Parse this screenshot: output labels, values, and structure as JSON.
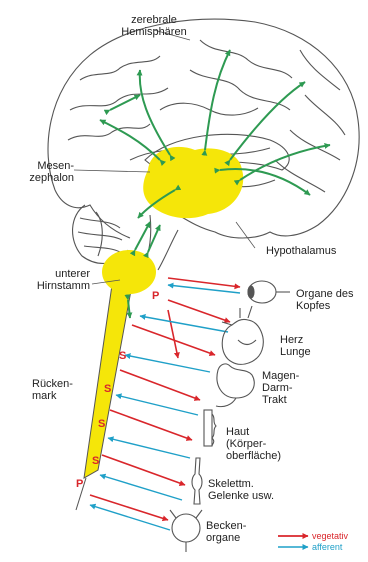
{
  "labels": {
    "hemispheres": [
      "zerebrale",
      "Hemisphären"
    ],
    "mesencephalon": [
      "Mesen-",
      "zephalon"
    ],
    "hypothalamus": [
      "Hypothalamus"
    ],
    "brainstem": [
      "unterer",
      "Hirnstamm"
    ],
    "spinal_cord": [
      "Rücken-",
      "mark"
    ],
    "head_organs": [
      "Organe des",
      "Kopfes"
    ],
    "heart_lung": [
      "Herz",
      "Lunge"
    ],
    "gi_tract": [
      "Magen-",
      "Darm-",
      "Trakt"
    ],
    "skin": [
      "Haut",
      "(Körper-",
      "oberfläche)"
    ],
    "musculoskeletal": [
      "Skelettm.",
      "Gelenke usw."
    ],
    "pelvic_organs": [
      "Becken-",
      "organe"
    ]
  },
  "segment_markers": [
    "P",
    "S",
    "S",
    "S",
    "S",
    "P"
  ],
  "legend": {
    "efferent": {
      "label": "vegetativ",
      "color": "#d9262b"
    },
    "afferent": {
      "label": "afferent",
      "color": "#1fa0c8"
    }
  },
  "colors": {
    "highlight": "#f5e609",
    "brain_outline": "#555555",
    "internal_arrows": "#2e9a52",
    "efferent": "#d9262b",
    "afferent": "#1fa0c8"
  }
}
